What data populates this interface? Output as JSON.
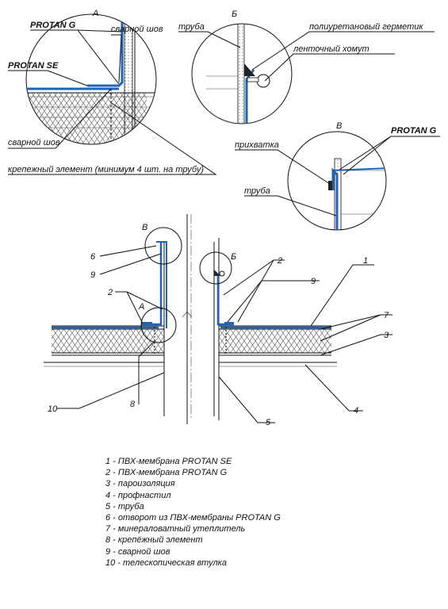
{
  "details": {
    "a": {
      "letter": "А",
      "labels": {
        "protan_g": "PROTAN G",
        "protan_se": "PROTAN SE",
        "weld_top": "сварной шов",
        "weld_bottom": "сварной шов",
        "fastener": "крепежный элемент (минимум 4 шт. на трубу)"
      }
    },
    "b": {
      "letter": "Б",
      "labels": {
        "pipe": "труба",
        "sealant": "полиуретановый герметик",
        "clamp": "ленточный хомут"
      }
    },
    "v": {
      "letter": "В",
      "labels": {
        "protan_g": "PROTAN G",
        "tack": "прихватка",
        "pipe": "труба"
      }
    }
  },
  "main": {
    "callouts": [
      "6",
      "9",
      "2",
      "А",
      "В",
      "Б",
      "2",
      "9",
      "1",
      "7",
      "3",
      "4",
      "5",
      "8",
      "10"
    ]
  },
  "legend": [
    "1 - ПВХ-мембрана  PROTAN SE",
    "2 - ПВХ-мембрана  PROTAN G",
    "3 - пароизоляция",
    "4 - профнастил",
    "5 - труба",
    "6 - отворот из ПВХ-мембраны  PROTAN G",
    "7 - минераловатный утеплитель",
    "8 - крепёжный элемент",
    "9 - сварной шов",
    "10 - телескопическая втулка"
  ],
  "colors": {
    "membrane": "#1d64b8",
    "lines": "#111111"
  }
}
